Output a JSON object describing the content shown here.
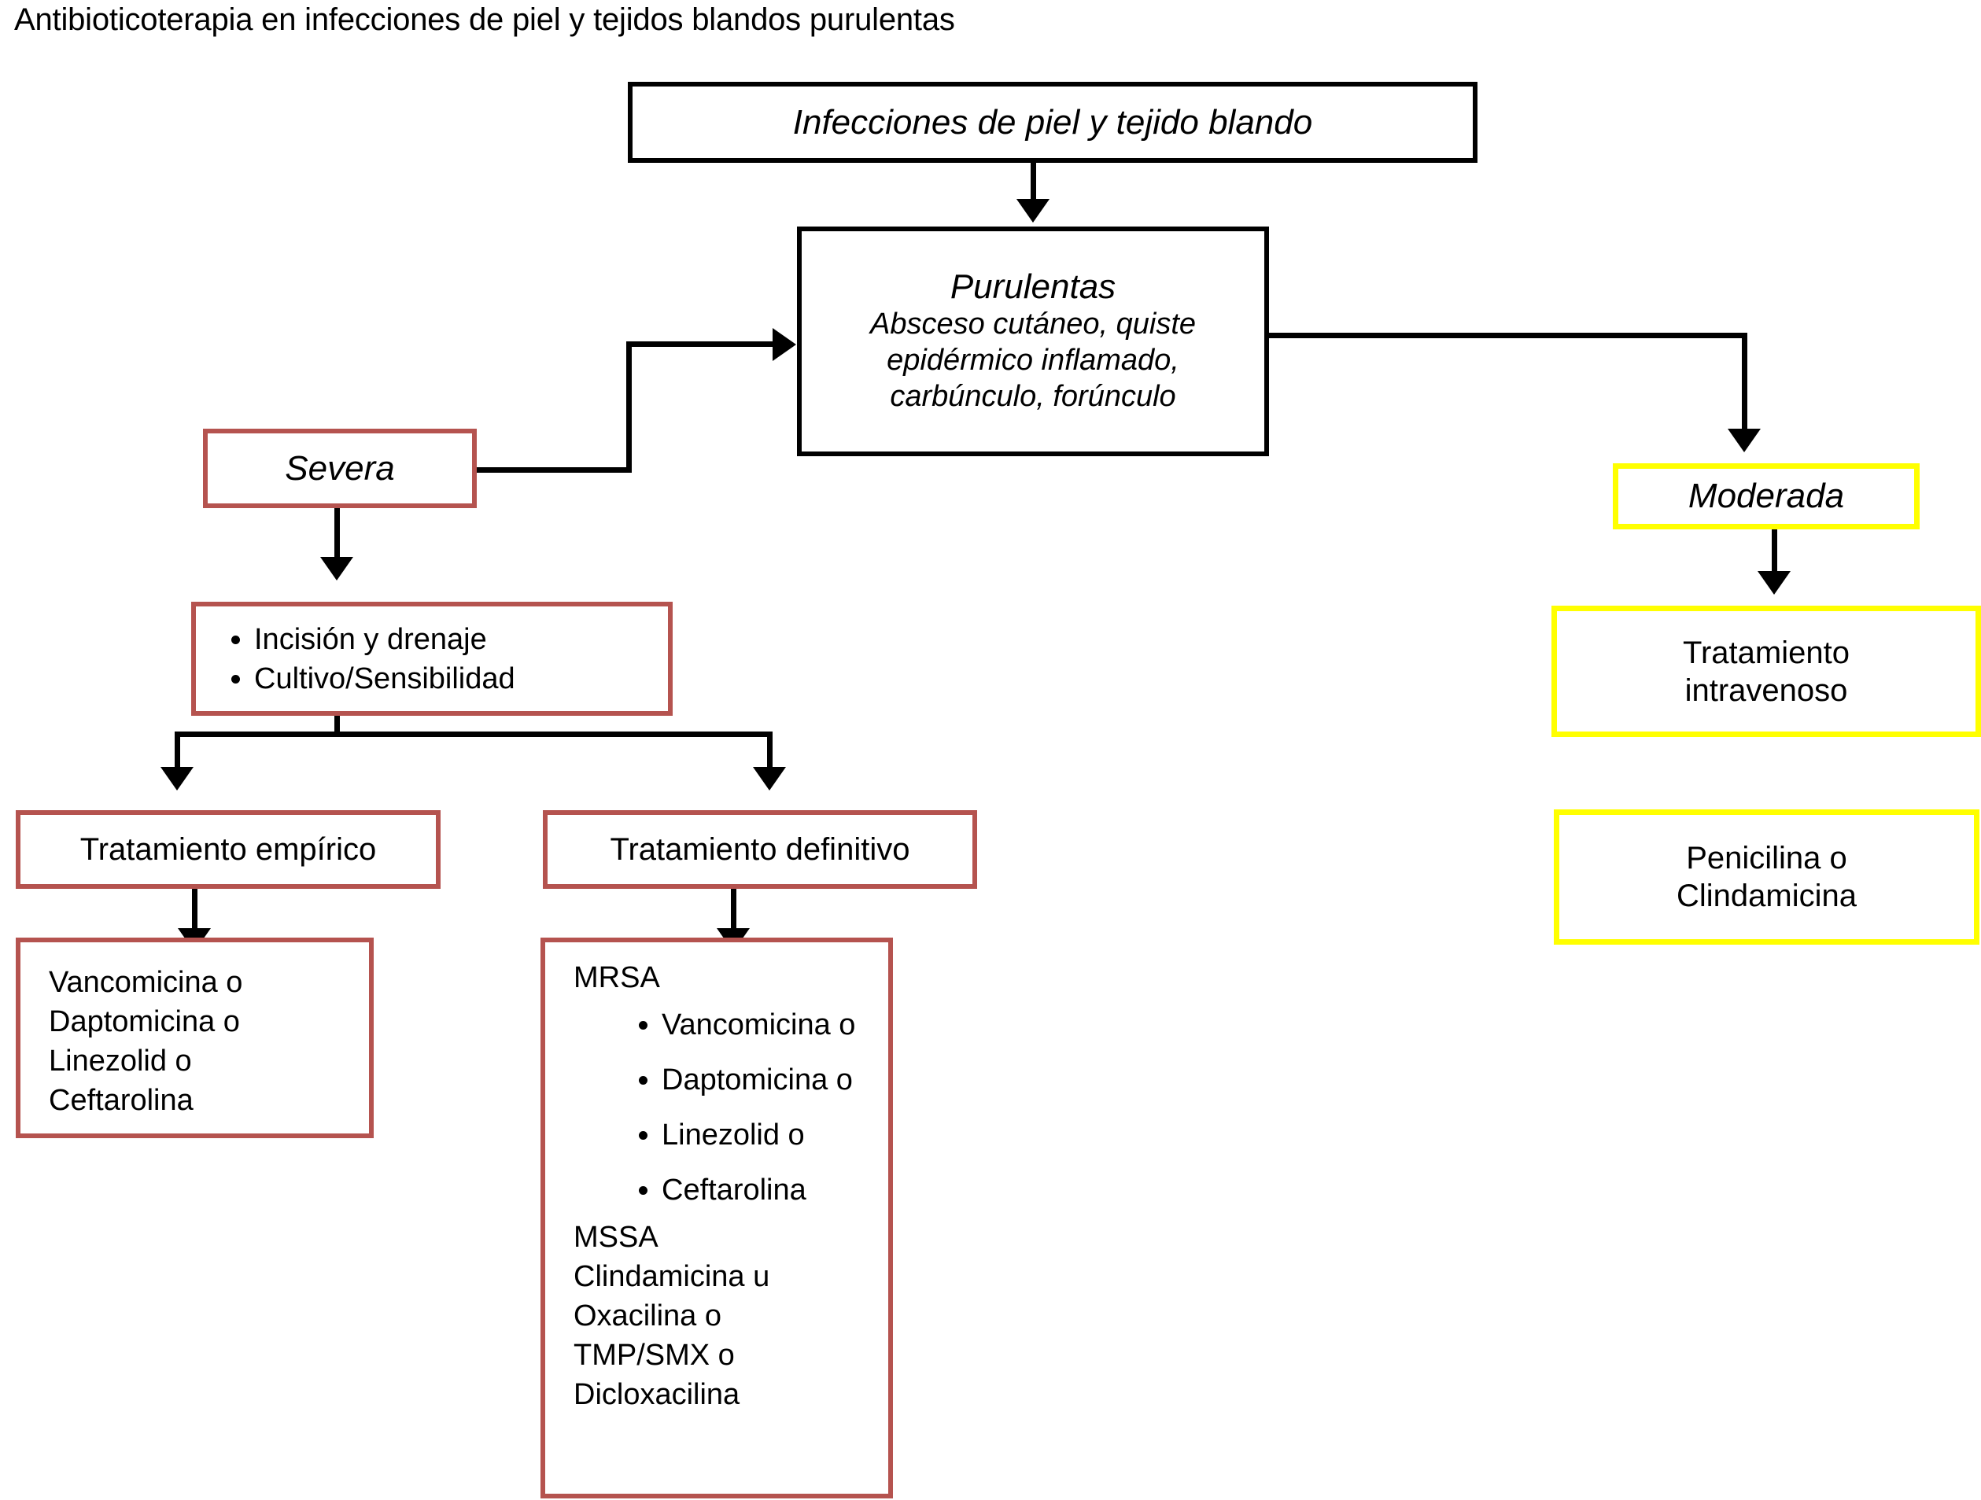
{
  "page": {
    "title": "Antibioticoterapia en infecciones de piel y tejidos blandos purulentas"
  },
  "colors": {
    "black": "#000000",
    "maroon": "#b5534f",
    "yellow": "#ffff00",
    "background": "#ffffff"
  },
  "nodes": {
    "root": {
      "label": "Infecciones de piel y tejido blando"
    },
    "purulentas": {
      "title": "Purulentas",
      "detail_line1": "Absceso cutáneo, quiste",
      "detail_line2": "epidérmico inflamado,",
      "detail_line3": "carbúnculo, forúnculo"
    },
    "severa": {
      "label": "Severa"
    },
    "severa_steps": {
      "items": [
        "Incisión y drenaje",
        "Cultivo/Sensibilidad"
      ]
    },
    "tratamiento_empirico": {
      "label": "Tratamiento empírico"
    },
    "tratamiento_definitivo": {
      "label": "Tratamiento definitivo"
    },
    "empirico_drugs": {
      "line1": "Vancomicina o",
      "line2": "Daptomicina o",
      "line3": "Linezolid o",
      "line4": "Ceftarolina"
    },
    "definitivo_drugs": {
      "mrsa_heading": "MRSA",
      "mrsa_items": [
        "Vancomicina o",
        "Daptomicina o",
        "Linezolid o",
        "Ceftarolina"
      ],
      "mssa_heading": "MSSA",
      "mssa_line1": "Clindamicina u",
      "mssa_line2": "Oxacilina o",
      "mssa_line3": "TMP/SMX o",
      "mssa_line4": "Dicloxacilina"
    },
    "moderada": {
      "label": "Moderada"
    },
    "tratamiento_iv": {
      "line1": "Tratamiento",
      "line2": "intravenoso"
    },
    "moderada_drugs": {
      "line1": "Penicilina o",
      "line2": "Clindamicina"
    }
  }
}
